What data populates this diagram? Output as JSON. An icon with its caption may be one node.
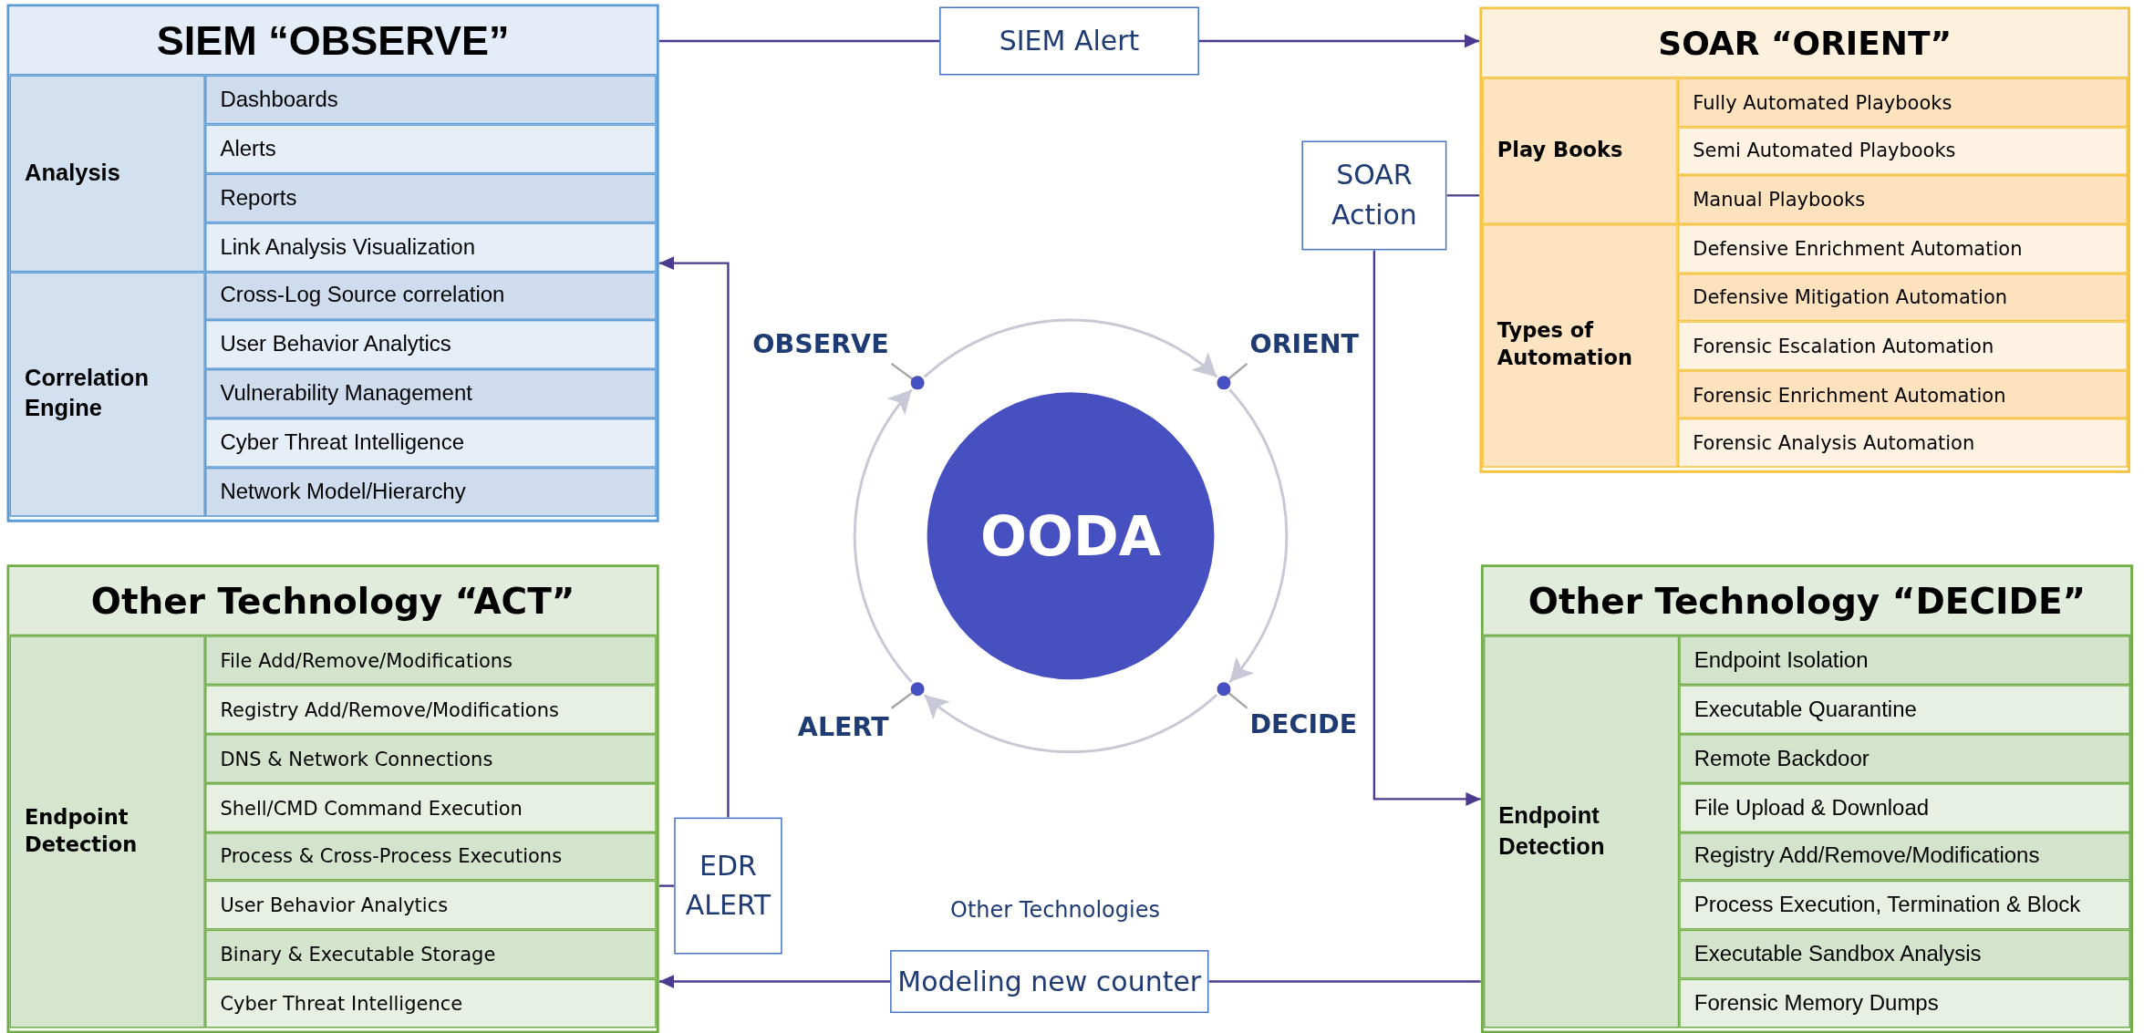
{
  "diagram": {
    "nodes": [
      {
        "text": [
          "SIEM “OBSERVE”"
        ]
      },
      {
        "text": [
          "Analysis"
        ],
        "in": 0
      },
      {
        "text": [
          "Dashboards"
        ],
        "in": 0
      },
      {
        "text": [
          "Alerts"
        ],
        "in": 0
      },
      {
        "text": [
          "Reports"
        ],
        "in": 0
      },
      {
        "text": [
          "Link Analysis Visualization"
        ],
        "in": 0
      },
      {
        "text": [
          "Correlation Engine"
        ],
        "in": 0
      },
      {
        "text": [
          "Cross-Log Source correlation"
        ],
        "in": 0
      },
      {
        "text": [
          "User Behavior Analytics"
        ],
        "in": 0
      },
      {
        "text": [
          "Vulnerability Management"
        ],
        "in": 0
      },
      {
        "text": [
          "Cyber Threat Intelligence"
        ],
        "in": 0
      },
      {
        "text": [
          "Network Model/Hierarchy"
        ],
        "in": 0
      },
      {
        "text": [
          "SIEM Alert"
        ]
      },
      {
        "text": [
          "SOAR “ORIENT”"
        ]
      },
      {
        "text": [
          "Play Books"
        ],
        "in": 13
      },
      {
        "text": [
          "Fully Automated Playbooks"
        ],
        "in": 13
      },
      {
        "text": [
          "Semi Automated Playbooks"
        ],
        "in": 13
      },
      {
        "text": [
          "Manual Playbooks"
        ],
        "in": 13
      },
      {
        "text": [
          "Types of Automation"
        ],
        "in": 13
      },
      {
        "text": [
          "Defensive Enrichment Automation"
        ],
        "in": 13
      },
      {
        "text": [
          "Defensive Mitigation Automation"
        ],
        "in": 13
      },
      {
        "text": [
          "Forensic Escalation Automation"
        ],
        "in": 13
      },
      {
        "text": [
          "Forensic Enrichment Automation"
        ],
        "in": 13
      },
      {
        "text": [
          "Forensic Analysis Automation"
        ],
        "in": 13
      },
      {
        "text": [
          "SOAR Action"
        ]
      },
      {
        "text": [
          "OODA"
        ]
      },
      {
        "text": [
          "OBSERVE"
        ]
      },
      {
        "text": [
          "ORIENT"
        ]
      },
      {
        "text": [
          "ALERT"
        ]
      },
      {
        "text": [
          "DECIDE"
        ]
      },
      {
        "text": [],
        "shape": "circle"
      },
      {
        "text": [],
        "shape": "circle"
      },
      {
        "text": [],
        "shape": "circle"
      },
      {
        "text": [],
        "shape": "circle"
      },
      {
        "text": [
          "Other Technology “ACT”"
        ]
      },
      {
        "text": [
          "Endpoint Detection"
        ],
        "in": 34
      },
      {
        "text": [
          "File Add/Remove/Modifications"
        ],
        "in": 34
      },
      {
        "text": [
          "Registry Add/Remove/Modifications"
        ],
        "in": 34
      },
      {
        "text": [
          "DNS & Network Connections"
        ],
        "in": 34
      },
      {
        "text": [
          "Shell/CMD Command Execution"
        ],
        "in": 34
      },
      {
        "text": [
          "Process & Cross-Process Executions"
        ],
        "in": 34
      },
      {
        "text": [
          "User Behavior Analytics"
        ],
        "in": 34
      },
      {
        "text": [
          "Binary & Executable Storage"
        ],
        "in": 34
      },
      {
        "text": [
          "Cyber Threat Intelligence"
        ],
        "in": 34
      },
      {
        "text": [
          "EDR ALERT"
        ]
      },
      {
        "text": [
          "Modeling new counter"
        ]
      },
      {
        "text": [
          "Other Technology “DECIDE”"
        ]
      },
      {
        "text": [
          "Endpoint Detection"
        ],
        "in": 46
      },
      {
        "text": [
          "Endpoint Isolation"
        ],
        "in": 46
      },
      {
        "text": [
          "Executable Quarantine"
        ],
        "in": 46
      },
      {
        "text": [
          "Remote Backdoor"
        ],
        "in": 46
      },
      {
        "text": [
          "File Upload & Download"
        ],
        "in": 46
      },
      {
        "text": [
          "Registry Add/Remove/Modifications"
        ],
        "in": 46
      },
      {
        "text": [
          "Process Execution, Termination & Block"
        ],
        "in": 46
      },
      {
        "text": [
          "Executable Sandbox Analysis"
        ],
        "in": 46
      },
      {
        "text": [
          "Forensic Memory Dumps"
        ],
        "in": 46
      }
    ],
    "edges": [
      {
        "from": 0,
        "to": 12,
        "arrow": "none"
      },
      {
        "from": 12,
        "to": 13,
        "arrow": "to"
      },
      {
        "from": 13,
        "to": 24,
        "arrow": "none"
      },
      {
        "from": 24,
        "to": 46,
        "arrow": "to"
      },
      {
        "from": 46,
        "to": 45,
        "arrow": "none"
      },
      {
        "from": 45,
        "to": 34,
        "arrow": "to"
      },
      {
        "from": 34,
        "to": 44,
        "arrow": "none"
      },
      {
        "from": 44,
        "to": 0,
        "arrow": "to"
      },
      {
        "from": 26,
        "to": 30,
        "arrow": "none",
        "color": "#a6a6a6"
      },
      {
        "from": 27,
        "to": 31,
        "arrow": "none",
        "color": "#a6a6a6"
      },
      {
        "from": 28,
        "to": 32,
        "arrow": "none",
        "color": "#a6a6a6"
      },
      {
        "from": 29,
        "to": 33,
        "arrow": "none",
        "color": "#a6a6a6"
      },
      {
        "from": 30,
        "to": 31,
        "arrow": "to",
        "color": "#c9c8d6"
      },
      {
        "from": 31,
        "to": 33,
        "arrow": "to",
        "color": "#c9c8d6"
      },
      {
        "from": 33,
        "to": 32,
        "arrow": "to",
        "color": "#c9c8d6"
      },
      {
        "from": 32,
        "to": 30,
        "arrow": "to",
        "color": "#c9c8d6"
      }
    ],
    "labels": [
      "Other Technologies"
    ]
  }
}
